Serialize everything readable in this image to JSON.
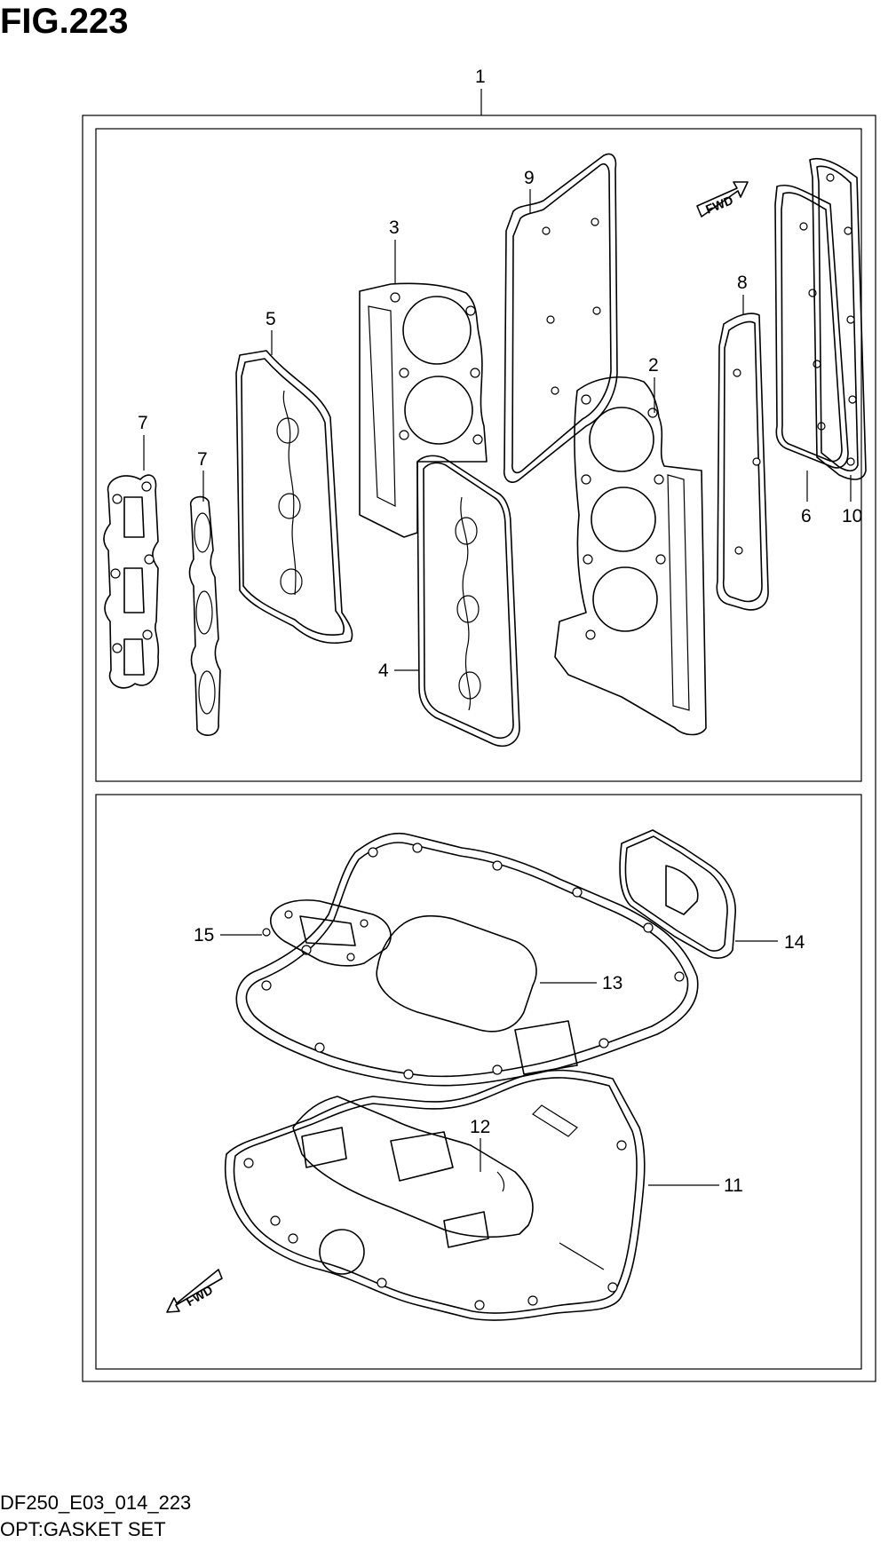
{
  "figure": {
    "title": "FIG.223",
    "code": "DF250_E03_014_223",
    "name": "OPT:GASKET SET"
  },
  "callouts": {
    "c1": "1",
    "c2": "2",
    "c3": "3",
    "c4": "4",
    "c5": "5",
    "c6": "6",
    "c7a": "7",
    "c7b": "7",
    "c8": "8",
    "c9": "9",
    "c10": "10",
    "c11": "11",
    "c12": "12",
    "c13": "13",
    "c14": "14",
    "c15": "15"
  },
  "direction_markers": {
    "top": "FWD",
    "bottom": "FWD"
  },
  "icons": [
    "forward-arrow-icon",
    "gasket-drawing"
  ]
}
